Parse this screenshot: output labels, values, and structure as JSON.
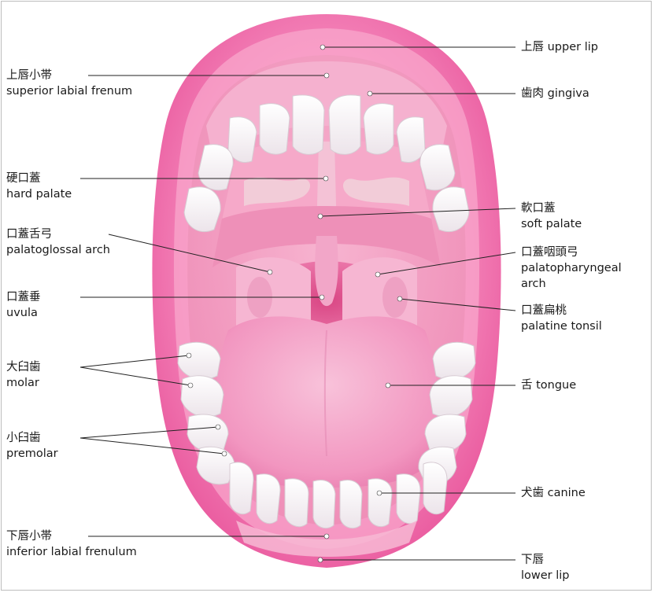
{
  "labels": {
    "upper_lip": {
      "jp": "上唇",
      "en": "upper lip"
    },
    "superior_labial_frenum": {
      "jp": "上唇小帯",
      "en": "superior labial frenum"
    },
    "gingiva": {
      "jp": "歯肉",
      "en": "gingiva"
    },
    "hard_palate": {
      "jp": "硬口蓋",
      "en": "hard palate"
    },
    "soft_palate": {
      "jp": "軟口蓋",
      "en": "soft palate"
    },
    "palatoglossal_arch": {
      "jp": "口蓋舌弓",
      "en": "palatoglossal arch"
    },
    "palatopharyngeal_arch": {
      "jp": "口蓋咽頭弓",
      "en_1": "palatopharyngeal",
      "en_2": "arch"
    },
    "uvula": {
      "jp": "口蓋垂",
      "en": "uvula"
    },
    "palatine_tonsil": {
      "jp": "口蓋扁桃",
      "en": "palatine tonsil"
    },
    "molar": {
      "jp": "大臼歯",
      "en": "molar"
    },
    "tongue": {
      "jp": "舌",
      "en": "tongue"
    },
    "premolar": {
      "jp": "小臼歯",
      "en": "premolar"
    },
    "canine": {
      "jp": "犬歯",
      "en": "canine"
    },
    "inferior_labial_frenulum": {
      "jp": "下唇小帯",
      "en": "inferior labial frenulum"
    },
    "lower_lip": {
      "jp": "下唇",
      "en": "lower lip"
    }
  },
  "colors": {
    "lip": "#f06fae",
    "lip_light": "#f9b8d6",
    "gum": "#f7a7c8",
    "palate": "#f3a0c2",
    "throat": "#e0558f",
    "tongue": "#f49fc6",
    "tooth": "#ffffff",
    "leader": "#222222"
  }
}
